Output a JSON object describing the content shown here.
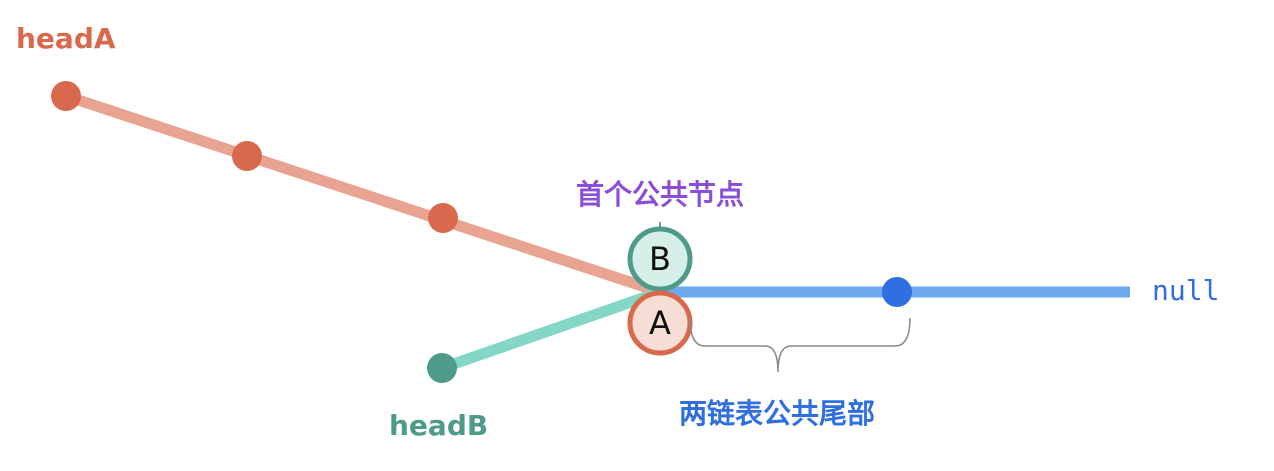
{
  "labels": {
    "head_a": "headA",
    "head_b": "headB",
    "null": "null",
    "first_common_node": "首个公共节点",
    "common_tail": "两链表公共尾部",
    "node_a": "A",
    "node_b": "B"
  },
  "colors": {
    "list_a": "#d9694c",
    "list_a_line": "#e8a490",
    "list_b": "#4f9b8a",
    "list_b_line": "#84d6c6",
    "common": "#2f6fe0",
    "common_line": "#6ea8ef",
    "annotation_purple": "#8a4ed8",
    "annotation_blue": "#2f6fe0",
    "brace": "#888888"
  }
}
